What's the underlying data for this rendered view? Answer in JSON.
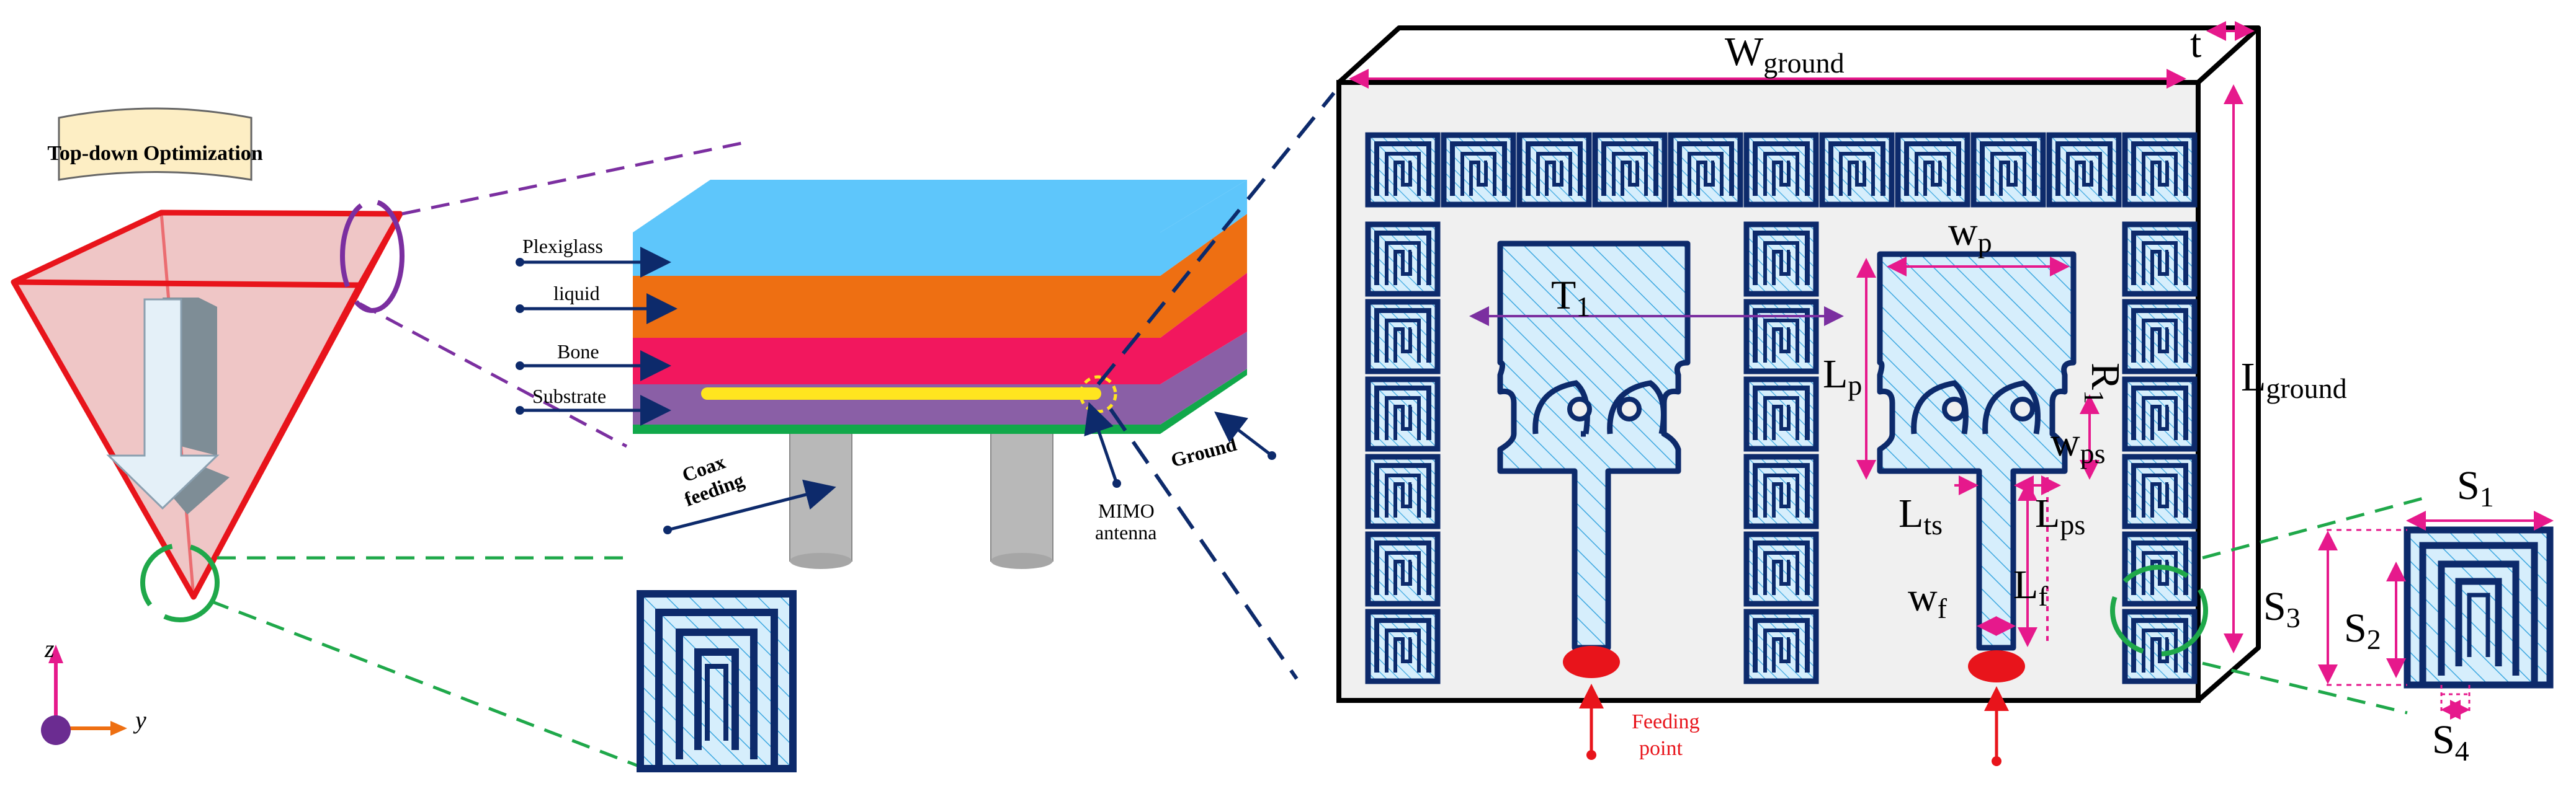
{
  "banner": {
    "text": "Top-down Optimization"
  },
  "axes": {
    "z": "z",
    "y": "y"
  },
  "layers": {
    "plexiglass": "Plexiglass",
    "liquid": "liquid",
    "bone": "Bone",
    "substrate": "Substrate",
    "ground": "Ground",
    "coax": "Coax",
    "feeding": "feeding",
    "mimo1": "MIMO",
    "mimo2": "antenna"
  },
  "dims": {
    "w_ground": "W",
    "w_ground_sub": "ground",
    "t": "t",
    "l_ground": "L",
    "l_ground_sub": "ground",
    "t1": "T",
    "t1_sub": "1",
    "wp": "w",
    "wp_sub": "p",
    "lp": "L",
    "lp_sub": "p",
    "r1": "R",
    "r1_sub": "1",
    "wps": "w",
    "wps_sub": "ps",
    "lts": "L",
    "lts_sub": "ts",
    "lps": "L",
    "lps_sub": "ps",
    "wf": "w",
    "wf_sub": "f",
    "lf": "L",
    "lf_sub": "f",
    "s1": "S",
    "s1_sub": "1",
    "s2": "S",
    "s2_sub": "2",
    "s3": "S",
    "s3_sub": "3",
    "s4": "S",
    "s4_sub": "4"
  },
  "feeding_point": {
    "line1": "Feeding",
    "line2": "point"
  },
  "colors": {
    "navy": "#0d2a6b",
    "hatch_fill": "#d6eefc",
    "hatch_line": "#3ba7e0",
    "pink": "#e6198c",
    "purple": "#7b2fa0",
    "green_dash": "#1fa84a",
    "red": "#e8141b",
    "plexiglass": "#5ec6fb",
    "liquid": "#ee6f12",
    "bone": "#f2175e",
    "substrate": "#8a5fa6",
    "ground": "#11a84a"
  }
}
